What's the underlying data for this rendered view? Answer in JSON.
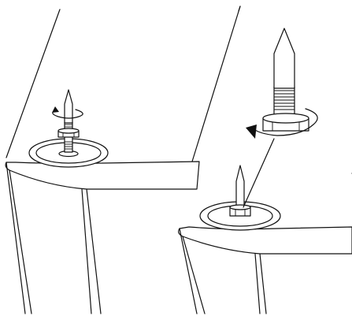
{
  "figure": {
    "description_free": true,
    "line_color": "#111111",
    "background_color": "#ffffff",
    "parts": [
      {
        "name": "left-leg-assembly",
        "icon": "spike-foot-icon"
      },
      {
        "name": "right-leg-assembly",
        "icon": "spike-foot-icon"
      },
      {
        "name": "enlarged-spike-detail",
        "icon": "spike-icon"
      },
      {
        "name": "rotation-arrow-left",
        "icon": "rotate-arrow-icon"
      },
      {
        "name": "rotation-arrow-right",
        "icon": "rotate-arrow-icon"
      }
    ]
  }
}
